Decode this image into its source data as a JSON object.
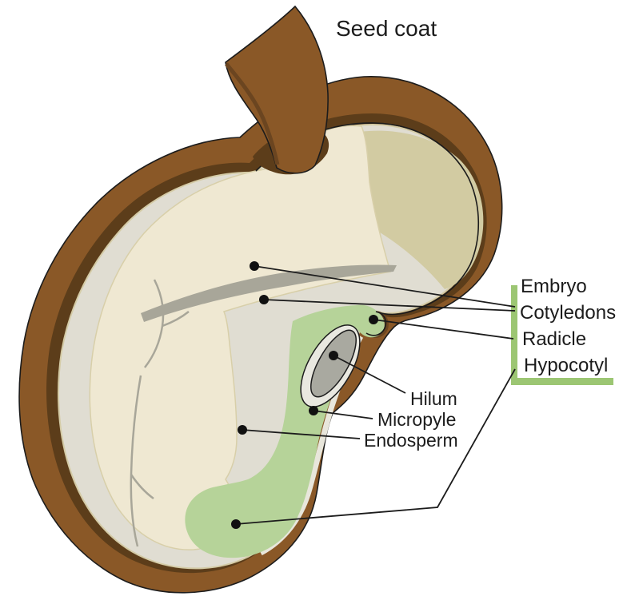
{
  "figure": {
    "type": "labeled-diagram",
    "subject": "Seed cross-section anatomy",
    "labels": {
      "seed_coat": "Seed coat",
      "embryo": "Embryo",
      "cotyledons": "Cotyledons",
      "radicle": "Radicle",
      "hypocotyl": "Hypocotyl",
      "hilum": "Hilum",
      "micropyle": "Micropyle",
      "endosperm": "Endosperm"
    },
    "colors": {
      "background": "#FFFFFF",
      "seed_coat_brown": "#8A5827",
      "seed_coat_dark_lining": "#5C3D1A",
      "flap_shadow_brown": "#6B4520",
      "interior_gray": "#E0DDD2",
      "cotyledon_cream": "#EFE8D2",
      "endosperm_tan": "#D2CBA2",
      "crease_gray": "#A8A699",
      "embryo_green": "#B6D399",
      "hilum_gray": "#A9A9A0",
      "hilum_rim_white": "#E9E8E0",
      "pale_strip": "#E8E6DB",
      "bracket_green": "#9CC673",
      "text_black": "#1C1C1C"
    }
  }
}
